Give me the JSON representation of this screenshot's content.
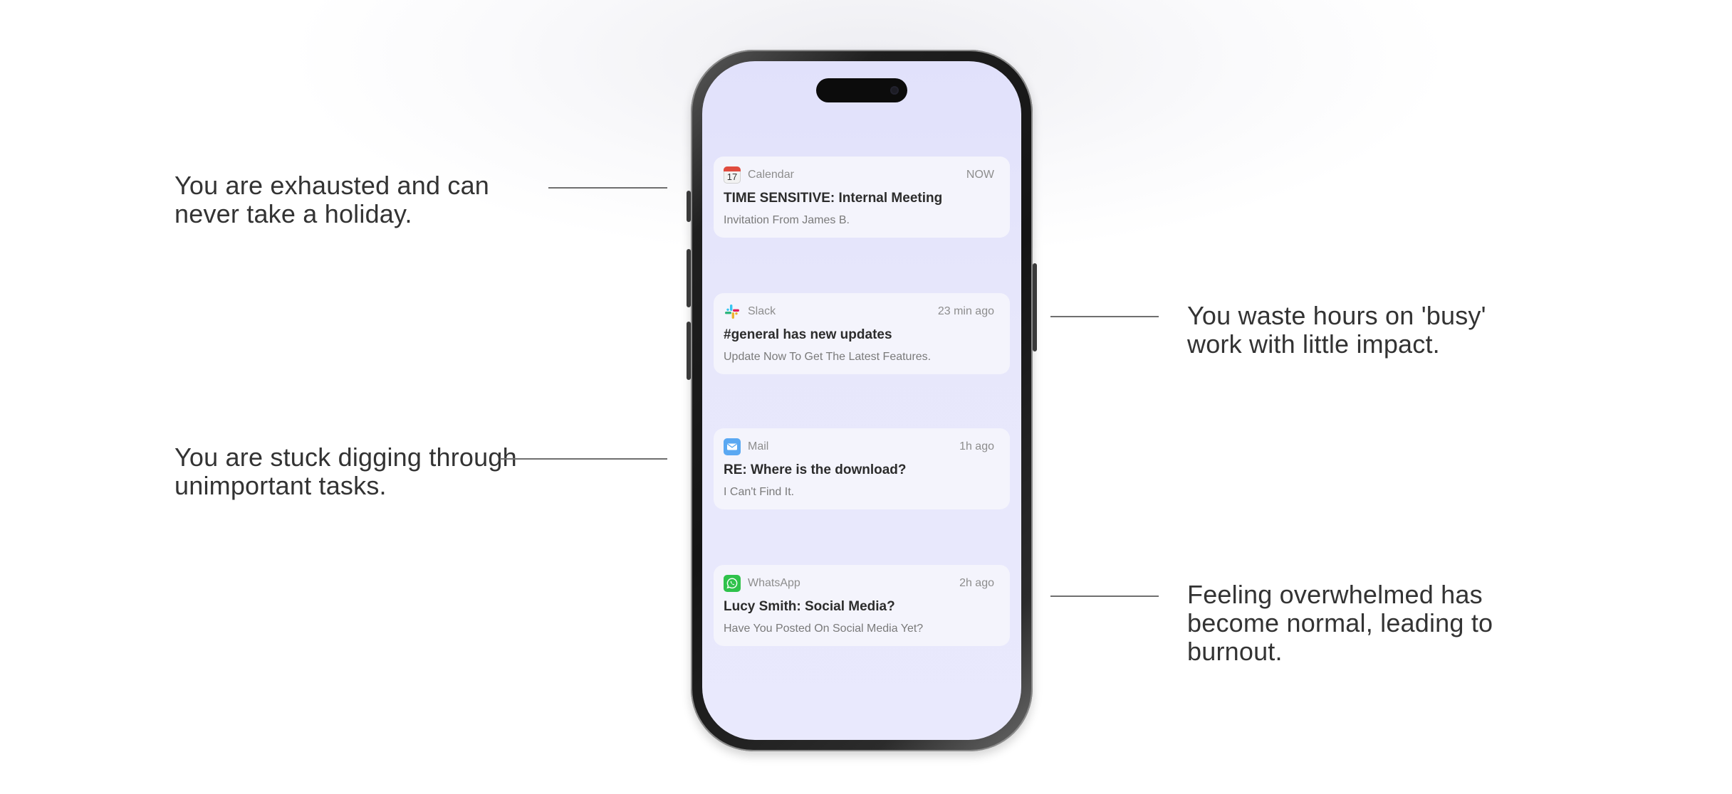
{
  "callouts": {
    "left_top": [
      "You are exhausted and can",
      "never take a holiday."
    ],
    "left_bottom": [
      "You are stuck digging through",
      "unimportant tasks."
    ],
    "right_top": [
      "You waste hours on 'busy'",
      "work with little impact."
    ],
    "right_bottom": [
      "Feeling overwhelmed has",
      "become normal, leading to",
      "burnout."
    ]
  },
  "notifications": [
    {
      "app": "Calendar",
      "icon": "calendar-icon",
      "icon_text": "17",
      "time": "NOW",
      "title": "TIME SENSITIVE: Internal Meeting",
      "body": "Invitation From James B."
    },
    {
      "app": "Slack",
      "icon": "slack-icon",
      "time": "23 min ago",
      "title": "#general has new updates",
      "body": "Update Now To Get The Latest Features."
    },
    {
      "app": "Mail",
      "icon": "mail-icon",
      "time": "1h ago",
      "title": "RE: Where is the download?",
      "body": "I Can't Find It."
    },
    {
      "app": "WhatsApp",
      "icon": "whatsapp-icon",
      "time": "2h ago",
      "title": "Lucy Smith: Social Media?",
      "body": "Have You Posted On Social Media Yet?"
    }
  ],
  "colors": {
    "screen": "#e6e6fb",
    "card": "#f4f4fc",
    "mail_icon": "#5aa8f2",
    "whatsapp_icon": "#2fc24b",
    "connector": "#6f6f6f"
  }
}
